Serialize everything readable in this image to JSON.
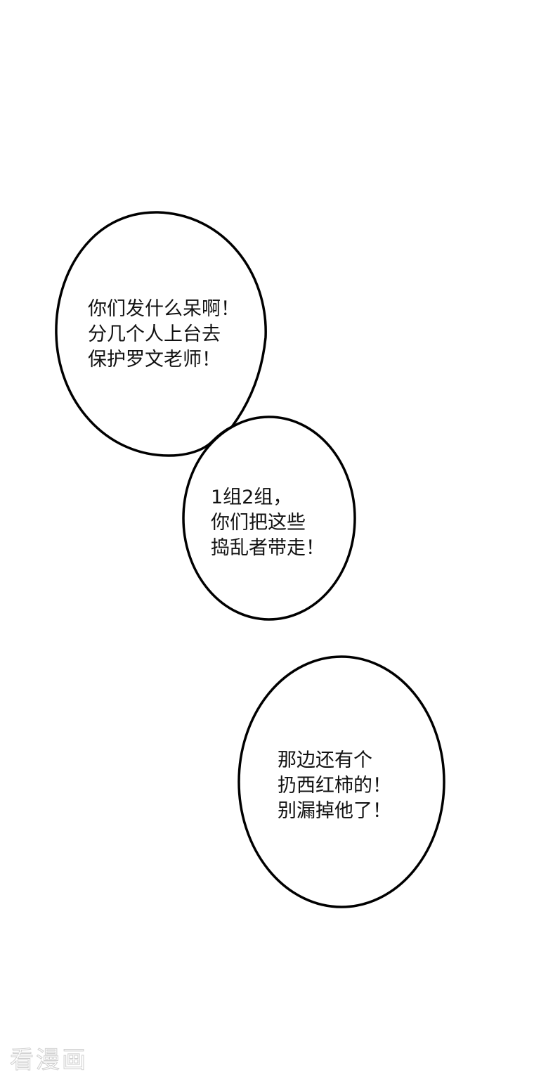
{
  "bubbles": [
    {
      "lines": [
        "你们发什么呆啊！",
        "分几个人上台去",
        "保护罗文老师！"
      ]
    },
    {
      "lines": [
        "1组2组，",
        "你们把这些",
        "捣乱者带走！"
      ]
    },
    {
      "lines": [
        "那边还有个",
        "扔西红柿的！",
        "别漏掉他了！"
      ]
    }
  ],
  "watermark": "看漫画",
  "colors": {
    "background": "#ffffff",
    "bubble_fill": "#ffffff",
    "bubble_outline": "#000000",
    "text": "#111111",
    "watermark_outline": "#cfcfcf"
  }
}
